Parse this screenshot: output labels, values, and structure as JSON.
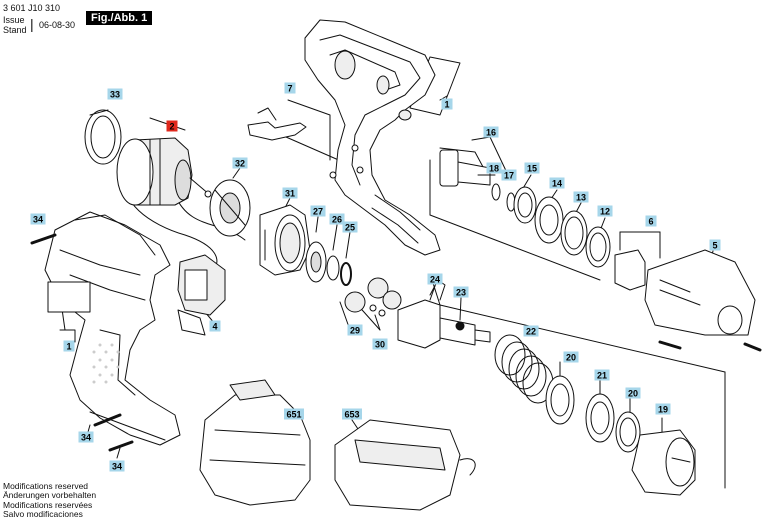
{
  "header": {
    "part_number": "3 601 J10 310",
    "issue_label": "Issue",
    "stand_label": "Stand",
    "date": "06-08-30",
    "figure_label": "Fig./Abb. 1"
  },
  "footer": {
    "lines": [
      "Modifications reserved",
      "Änderungen vorbehalten",
      "Modifications reservées",
      "Salvo modificaciones"
    ]
  },
  "colors": {
    "callout": "#a6d6ea",
    "callout_highlight": "#e0281c",
    "line": "#111111",
    "part_fill": "#ffffff",
    "part_shade": "#d9d9d9"
  },
  "callouts": [
    {
      "id": "c33",
      "label": "33"
    },
    {
      "id": "c2",
      "label": "2",
      "highlight": true
    },
    {
      "id": "c7",
      "label": "7"
    },
    {
      "id": "c1a",
      "label": "1"
    },
    {
      "id": "c16",
      "label": "16"
    },
    {
      "id": "c18",
      "label": "18"
    },
    {
      "id": "c17",
      "label": "17"
    },
    {
      "id": "c15",
      "label": "15"
    },
    {
      "id": "c14",
      "label": "14"
    },
    {
      "id": "c13",
      "label": "13"
    },
    {
      "id": "c12",
      "label": "12"
    },
    {
      "id": "c6",
      "label": "6"
    },
    {
      "id": "c5",
      "label": "5"
    },
    {
      "id": "c32",
      "label": "32"
    },
    {
      "id": "c31",
      "label": "31"
    },
    {
      "id": "c27",
      "label": "27"
    },
    {
      "id": "c26",
      "label": "26"
    },
    {
      "id": "c25",
      "label": "25"
    },
    {
      "id": "c34a",
      "label": "34"
    },
    {
      "id": "c4",
      "label": "4"
    },
    {
      "id": "c1b",
      "label": "1"
    },
    {
      "id": "c24",
      "label": "24"
    },
    {
      "id": "c23",
      "label": "23"
    },
    {
      "id": "c29",
      "label": "29"
    },
    {
      "id": "c30",
      "label": "30"
    },
    {
      "id": "c22",
      "label": "22"
    },
    {
      "id": "c20a",
      "label": "20"
    },
    {
      "id": "c21",
      "label": "21"
    },
    {
      "id": "c20b",
      "label": "20"
    },
    {
      "id": "c19",
      "label": "19"
    },
    {
      "id": "c651",
      "label": "651"
    },
    {
      "id": "c653",
      "label": "653"
    },
    {
      "id": "c34b",
      "label": "34"
    },
    {
      "id": "c34c",
      "label": "34"
    }
  ]
}
